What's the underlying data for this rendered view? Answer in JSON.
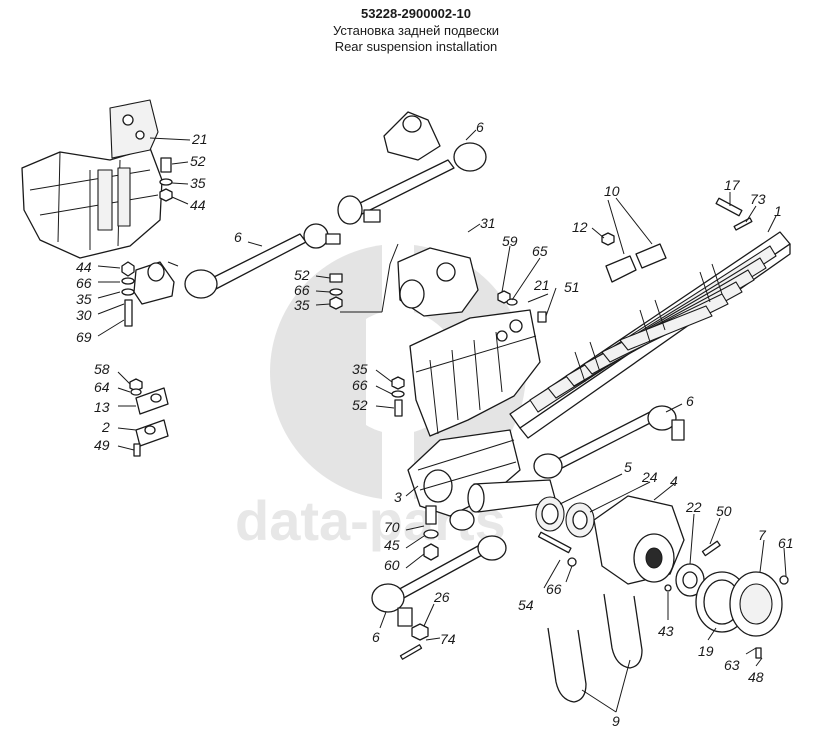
{
  "header": {
    "code": "53228-2900002-10",
    "title_ru": "Установка задней подвески",
    "title_en": "Rear suspension installation"
  },
  "watermark": {
    "text": "data-parts",
    "color": "#cfcfcf"
  },
  "callouts": {
    "c21a": "21",
    "c52a": "52",
    "c35a": "35",
    "c44a": "44",
    "c6a": "6",
    "c6b": "6",
    "c44b": "44",
    "c66a": "66",
    "c35b": "35",
    "c30": "30",
    "c69": "69",
    "c31": "31",
    "c52b": "52",
    "c66b": "66",
    "c35c": "35",
    "c59": "59",
    "c65": "65",
    "c21b": "21",
    "c51": "51",
    "c12": "12",
    "c10": "10",
    "c17": "17",
    "c73": "73",
    "c1": "1",
    "c58": "58",
    "c64": "64",
    "c13": "13",
    "c2": "2",
    "c49": "49",
    "c35d": "35",
    "c66c": "66",
    "c52c": "52",
    "c6c": "6",
    "c3": "3",
    "c5": "5",
    "c24": "24",
    "c4": "4",
    "c22": "22",
    "c50": "50",
    "c7": "7",
    "c61": "61",
    "c70": "70",
    "c45": "45",
    "c60": "60",
    "c54": "54",
    "c66d": "66",
    "c43": "43",
    "c19": "19",
    "c63": "63",
    "c48": "48",
    "c26": "26",
    "c74": "74",
    "c6d": "6",
    "c9": "9"
  }
}
